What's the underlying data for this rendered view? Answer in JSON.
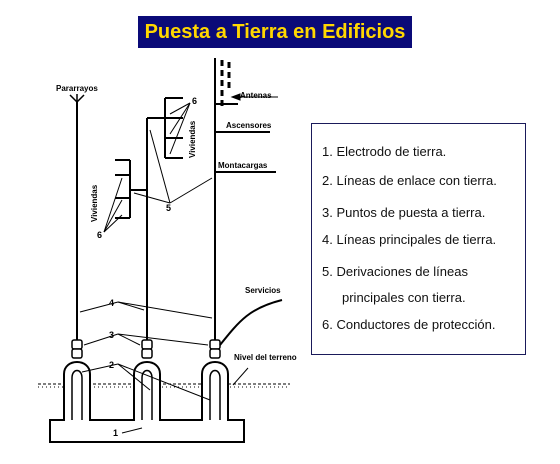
{
  "title": "Puesta a Tierra en Edificios",
  "labels": {
    "pararrayos": "Pararrayos",
    "antenas": "Antenas",
    "ascensores": "Ascensores",
    "montacargas": "Montacargas",
    "viviendas_top": "Viviendas",
    "viviendas_left": "Viviendas",
    "servicios": "Servicios",
    "nivel_terreno": "Nivel del terreno"
  },
  "callouts": {
    "n1": "1",
    "n2": "2",
    "n3": "3",
    "n4": "4",
    "n5": "5",
    "n6_top": "6",
    "n6_left": "6"
  },
  "legend": {
    "items": [
      "1. Electrodo de tierra.",
      "2. Líneas de enlace con tierra.",
      "3. Puntos de puesta a tierra.",
      "4. Líneas principales de tierra.",
      "5. Derivaciones de líneas",
      "principales con tierra.",
      "6. Conductores de protección."
    ]
  },
  "colors": {
    "banner_bg": "#0a0a78",
    "banner_text": "#ffd700",
    "legend_border": "#1a1a5a",
    "line": "#000000"
  }
}
